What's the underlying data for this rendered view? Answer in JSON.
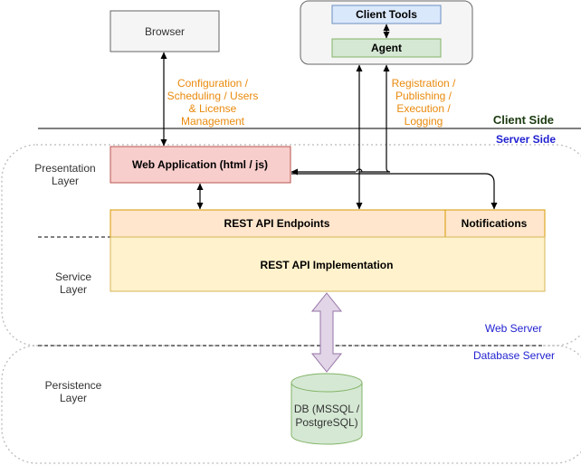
{
  "boxes": {
    "browser": "Browser",
    "client_tools": "Client Tools",
    "agent": "Agent",
    "web_app": "Web Application (html / js)",
    "rest_endpoints": "REST API Endpoints",
    "notifications": "Notifications",
    "rest_impl": "REST API Implementation",
    "db_line1": "DB (MSSQL /",
    "db_line2": "PostgreSQL)"
  },
  "edge_labels": {
    "browser_to_web": [
      "Configuration /",
      "Scheduling / Users",
      "& License",
      "Management"
    ],
    "agent_to_server": [
      "Registration /",
      "Publishing /",
      "Execution /",
      "Logging"
    ]
  },
  "sides": {
    "client": "Client Side",
    "server": "Server Side"
  },
  "layers": {
    "presentation": [
      "Presentation",
      "Layer"
    ],
    "service": [
      "Service",
      "Layer"
    ],
    "persistence": [
      "Persistence",
      "Layer"
    ]
  },
  "servers": {
    "web": "Web Server",
    "database": "Database Server"
  }
}
